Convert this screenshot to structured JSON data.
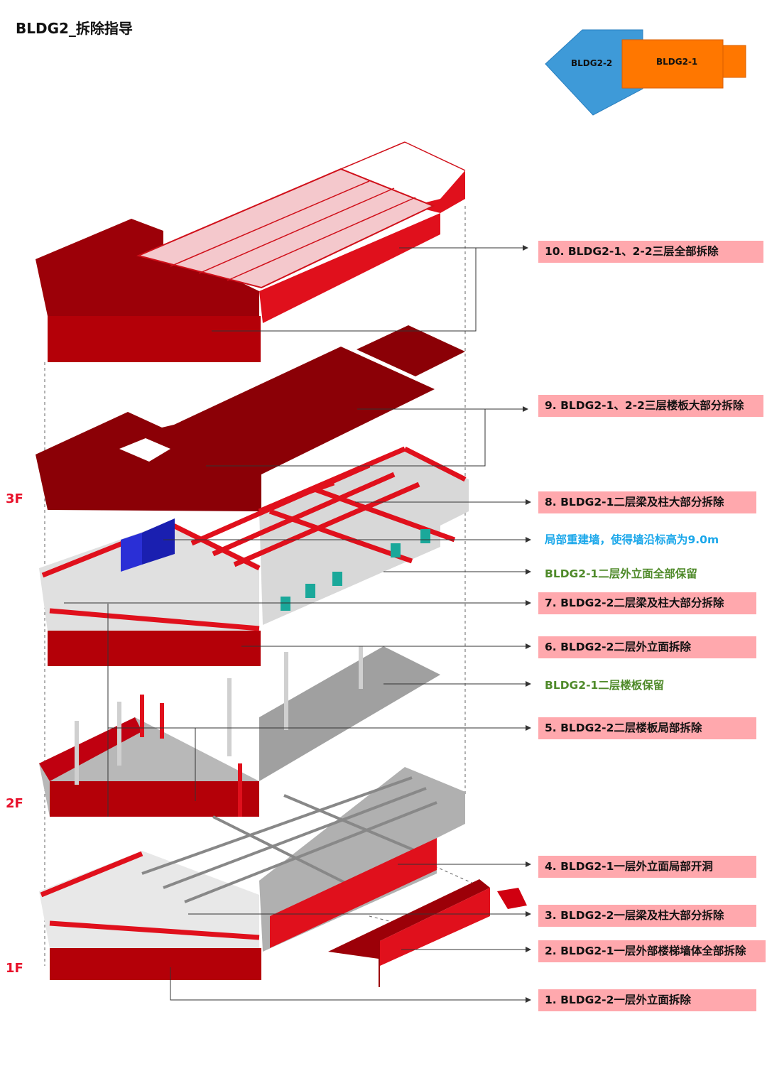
{
  "title": "BLDG2_拆除指导",
  "key": {
    "bldg22": "BLDG2-2",
    "bldg21": "BLDG2-1",
    "color_22": "#3e9ad8",
    "color_21": "#ff7700"
  },
  "floors": {
    "f3": "3F",
    "f2": "2F",
    "f1": "1F"
  },
  "labels": [
    {
      "text": "10. BLDG2-1、2-2三层全部拆除",
      "style": "pink"
    },
    {
      "text": "9. BLDG2-1、2-2三层楼板大部分拆除",
      "style": "pink"
    },
    {
      "text": "8. BLDG2-1二层梁及柱大部分拆除",
      "style": "pink"
    },
    {
      "text": "局部重建墙，使得墙沿标高为9.0m",
      "style": "blue"
    },
    {
      "text": "BLDG2-1二层外立面全部保留",
      "style": "green"
    },
    {
      "text": "7. BLDG2-2二层梁及柱大部分拆除",
      "style": "pink"
    },
    {
      "text": "6. BLDG2-2二层外立面拆除",
      "style": "pink"
    },
    {
      "text": "BLDG2-1二层楼板保留",
      "style": "green"
    },
    {
      "text": "5. BLDG2-2二层楼板局部拆除",
      "style": "pink"
    },
    {
      "text": "4. BLDG2-1一层外立面局部开洞",
      "style": "pink"
    },
    {
      "text": "3. BLDG2-2一层梁及柱大部分拆除",
      "style": "pink"
    },
    {
      "text": "2. BLDG2-1一层外部楼梯墙体全部拆除",
      "style": "pink"
    },
    {
      "text": "1. BLDG2-2一层外立面拆除",
      "style": "pink"
    }
  ]
}
